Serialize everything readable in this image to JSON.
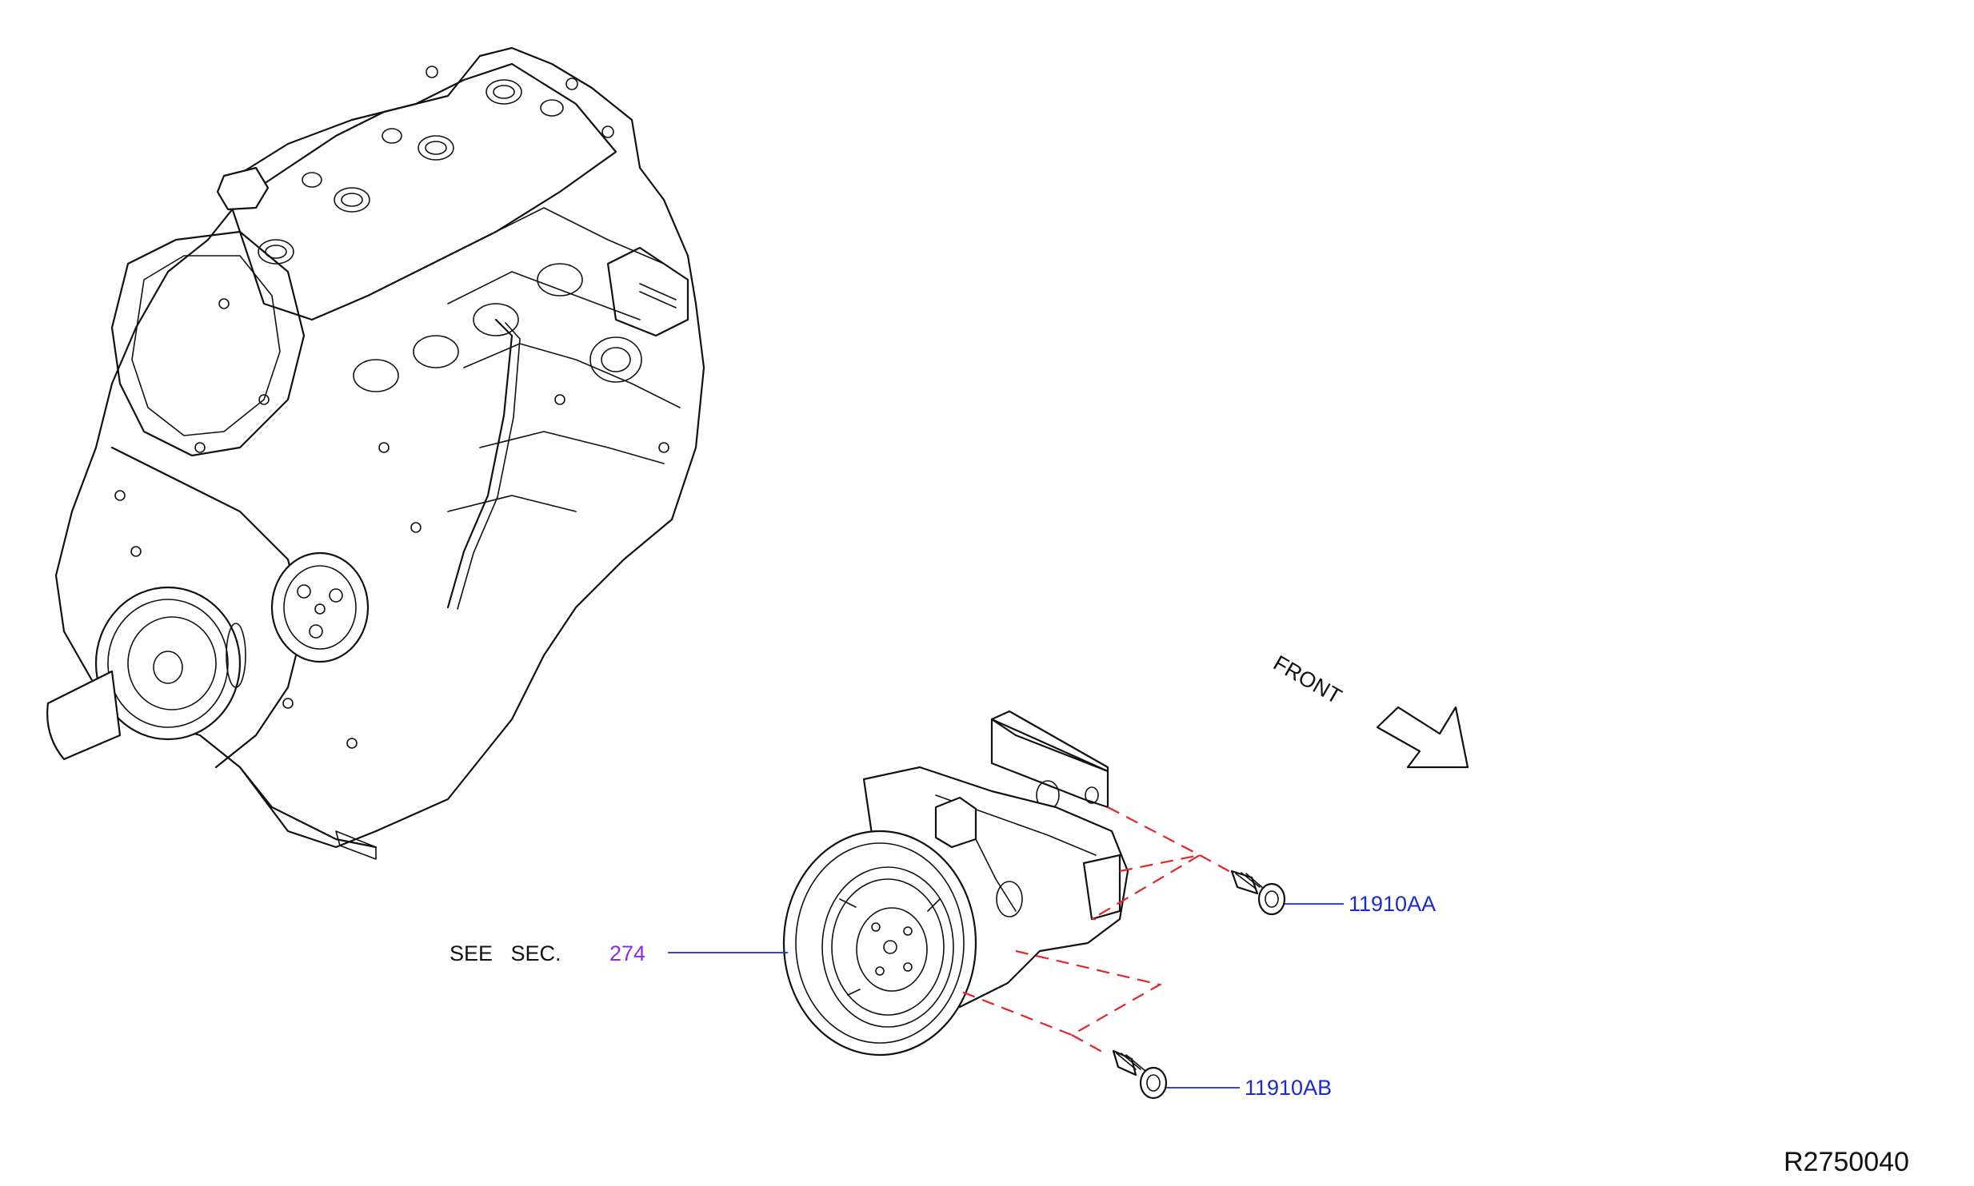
{
  "labels": {
    "front": "FRONT",
    "see_sec_prefix": "SEE   SEC.",
    "see_sec_number": "274",
    "part_bolt_upper": "11910AA",
    "part_bolt_lower": "11910AB",
    "diagram_id": "R2750040"
  },
  "colors": {
    "part_number": "#1a2ad0",
    "section_ref": "#8a2be2",
    "dashed_guide": "#e8222a",
    "linework": "#111111"
  }
}
